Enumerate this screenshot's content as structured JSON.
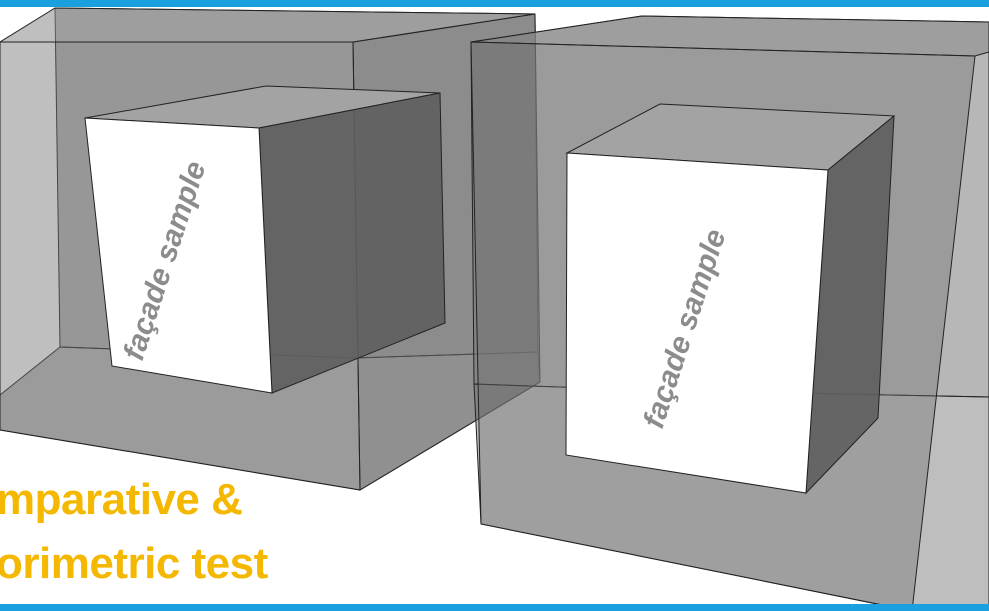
{
  "colors": {
    "top_bar": "#1aa0de",
    "bottom_bar": "#1aa0de",
    "caption": "#f5b800",
    "sample_label": "#8c8c8c",
    "chamber_fill": "#6e6e6e",
    "sample_face": "#ffffff"
  },
  "left_chamber": {
    "sample_label": "façade sample"
  },
  "right_chamber": {
    "sample_label": "façade sample"
  },
  "caption": {
    "line1": "mparative &",
    "line2": "orimetric test"
  }
}
